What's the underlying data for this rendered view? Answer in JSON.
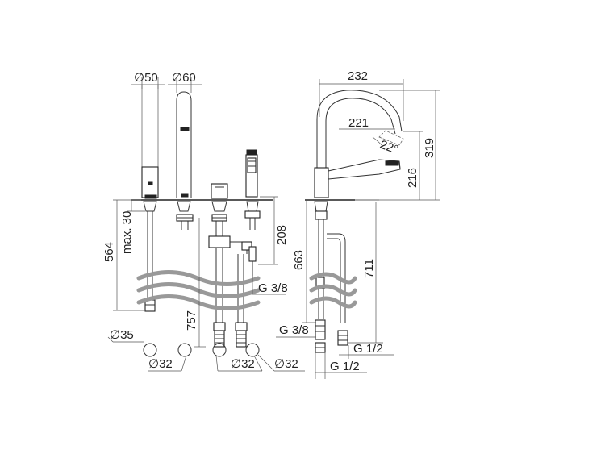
{
  "front_view": {
    "dia_rosette_top": "∅50",
    "dia_spout_top": "∅60",
    "dim_564": "564",
    "dim_max30": "max. 30",
    "dim_208": "208",
    "thread_hose": "G 3/8",
    "dim_757": "757",
    "dia_35": "∅35",
    "dia_32_a": "∅32",
    "dia_32_b": "∅32",
    "dia_32_c": "∅32"
  },
  "side_view": {
    "dim_232": "232",
    "dim_221": "221",
    "angle_22": "22°",
    "dim_319": "319",
    "dim_216": "216",
    "dim_663": "663",
    "dim_711": "711",
    "thread_g38": "G 3/8",
    "thread_g12_a": "G 1/2",
    "thread_g12_b": "G 1/2"
  }
}
